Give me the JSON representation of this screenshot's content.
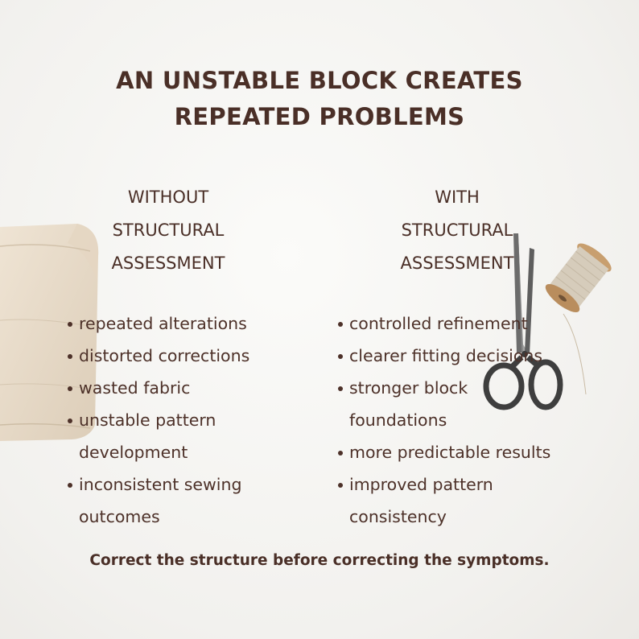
{
  "title": {
    "line1": "AN UNSTABLE BLOCK CREATES",
    "line2": "REPEATED PROBLEMS"
  },
  "without": {
    "heading": [
      "WITHOUT",
      "STRUCTURAL",
      "ASSESSMENT"
    ],
    "items": [
      "repeated alterations",
      "distorted corrections",
      "wasted fabric",
      "unstable pattern development",
      "inconsistent sewing outcomes"
    ]
  },
  "with": {
    "heading": [
      "WITH",
      "STRUCTURAL",
      "ASSESSMENT"
    ],
    "items": [
      "controlled refinement",
      "clearer fitting decisions",
      "stronger block foundations",
      "more predictable results",
      "improved pattern consistency"
    ]
  },
  "footer": "Correct the structure before correcting the symptoms.",
  "colors": {
    "text": "#4a2f27",
    "background": "#f4f3f0",
    "fabric": "#e9dccb",
    "thread": "#c9bba5"
  },
  "icons": [
    "fabric-stack-image",
    "scissors-image",
    "thread-spool-image"
  ]
}
